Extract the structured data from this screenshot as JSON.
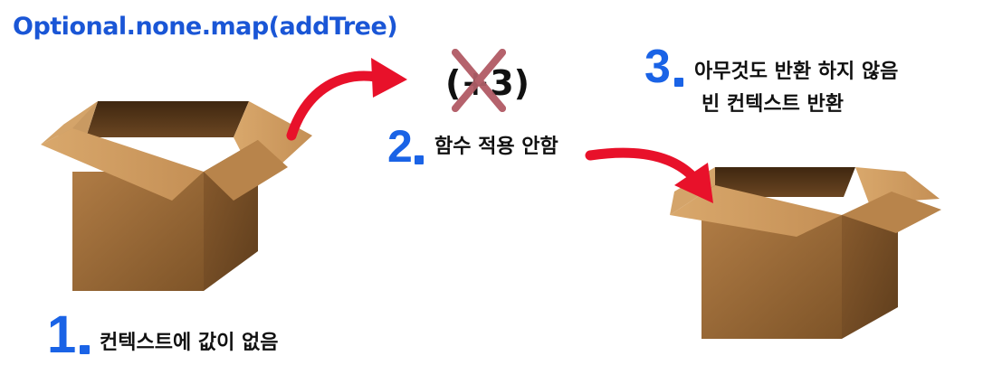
{
  "title": "Optional.none.map(addTree)",
  "step1": {
    "number": "1",
    "label": "컨텍스트에 값이 없음"
  },
  "step2": {
    "number": "2",
    "label": "함수 적용 안함",
    "crossed_text": "(+3)"
  },
  "step3": {
    "number": "3",
    "line1": "아무것도 반환 하지 않음",
    "line2": "빈 컨텍스트 반환"
  },
  "colors": {
    "accent_blue": "#1a63e6",
    "arrow_red": "#e8112a",
    "cross_mark": "#b5616b",
    "box_brown": "#9a6a3a"
  }
}
